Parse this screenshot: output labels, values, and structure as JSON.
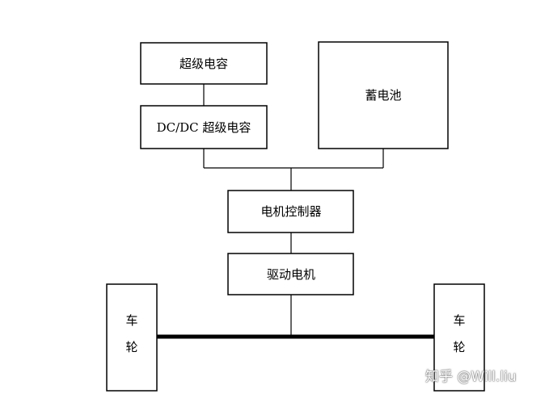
{
  "blocks": {
    "supercap": "超级电容",
    "dcdc": "DC/DC 超级电容",
    "battery": "蓄电池",
    "controller": "电机控制器",
    "motor": "驱动电机",
    "wheel_left": "车\n轮",
    "wheel_right": "车\n轮"
  },
  "watermark": "知乎 @Will.liu"
}
